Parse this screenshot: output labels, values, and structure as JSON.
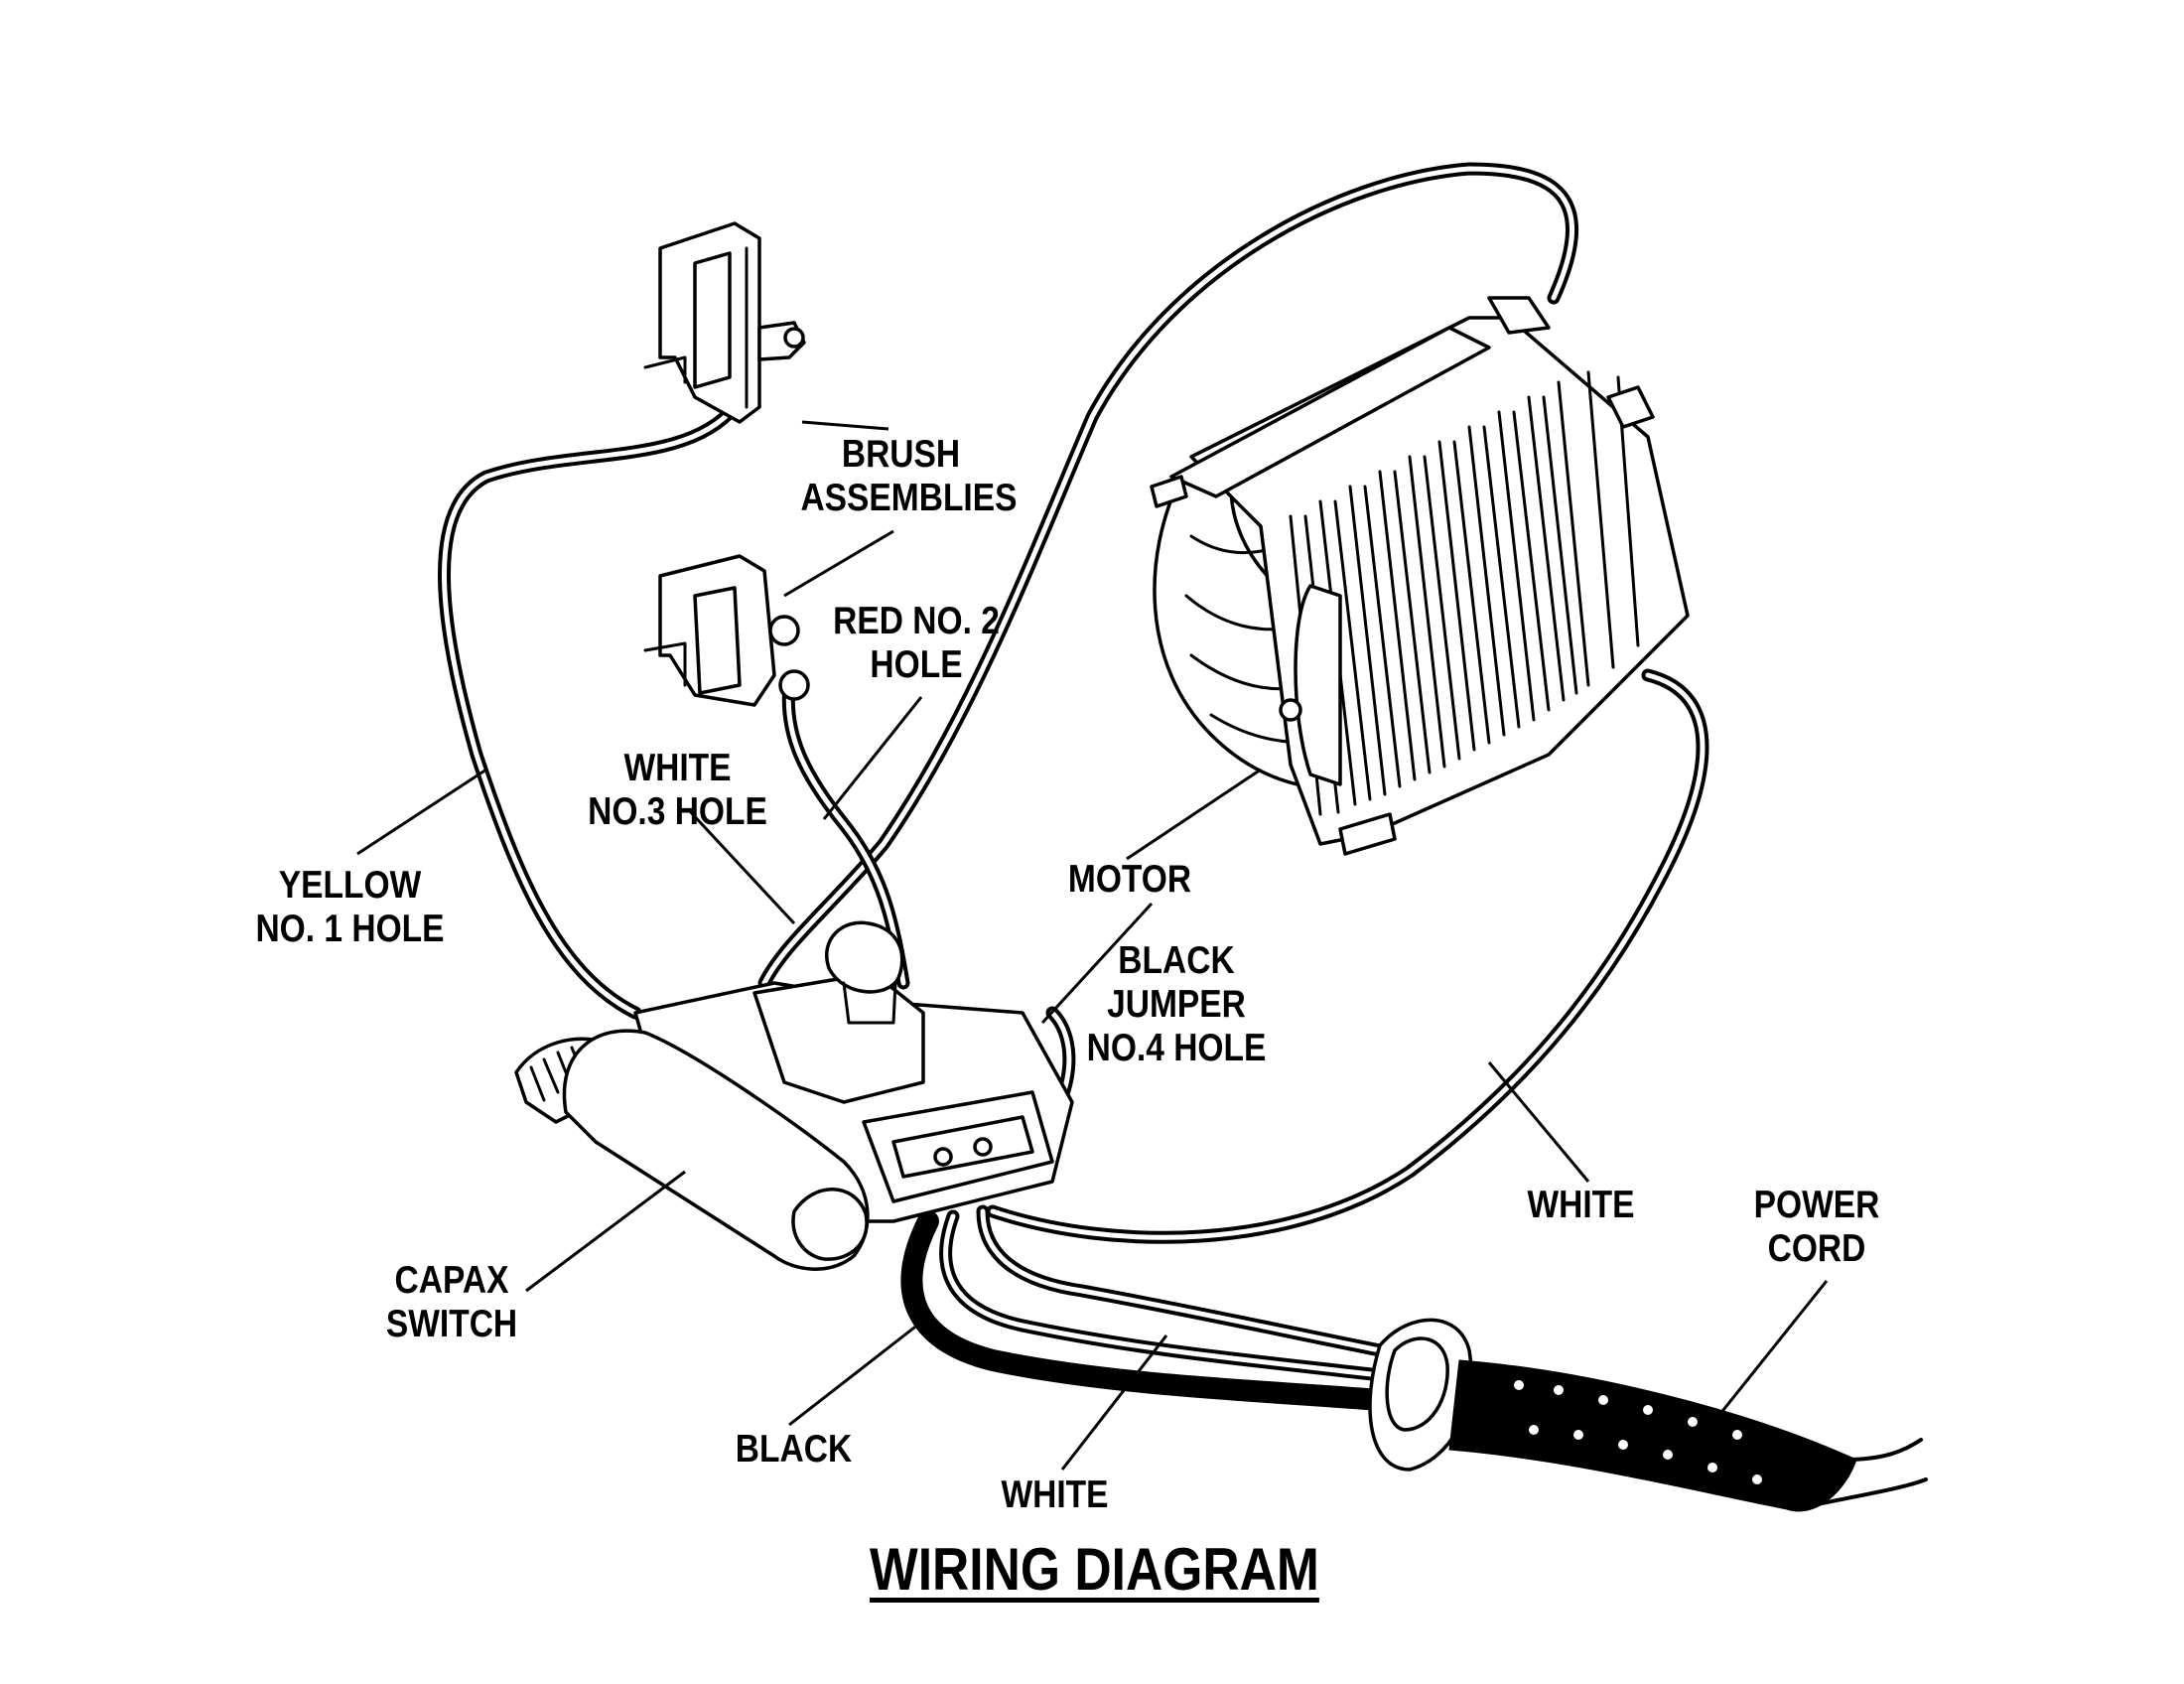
{
  "title": "WIRING DIAGRAM",
  "labels": {
    "brush_assemblies": [
      "BRUSH",
      "ASSEMBLIES"
    ],
    "red_no2_hole": [
      "RED NO. 2",
      "HOLE"
    ],
    "white_no3_hole": [
      "WHITE",
      "NO.3 HOLE"
    ],
    "yellow_no1_hole": [
      "YELLOW",
      "NO. 1 HOLE"
    ],
    "motor": [
      "MOTOR"
    ],
    "black_jumper_no4_hole": [
      "BLACK",
      "JUMPER",
      "NO.4 HOLE"
    ],
    "white_right": [
      "WHITE"
    ],
    "power_cord": [
      "POWER",
      "CORD"
    ],
    "capax_switch": [
      "CAPAX",
      "SWITCH"
    ],
    "black": [
      "BLACK"
    ],
    "white_bottom": [
      "WHITE"
    ]
  }
}
